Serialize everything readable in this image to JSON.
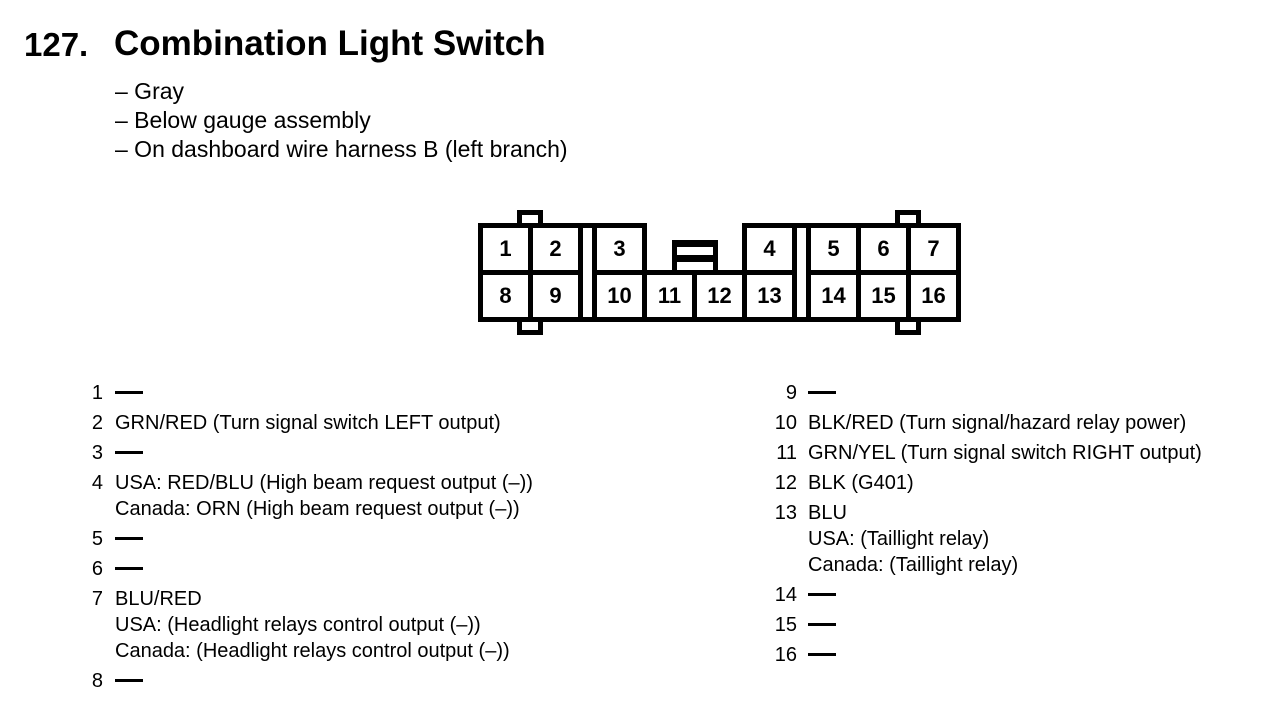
{
  "header": {
    "number": "127.",
    "title": "Combination Light Switch",
    "properties": [
      "– Gray",
      "– Below gauge assembly",
      "– On dashboard wire harness B (left branch)"
    ]
  },
  "connector": {
    "description": "16-cavity connector, face view",
    "top_cells": [
      "1",
      "2",
      "3",
      "4",
      "5",
      "6",
      "7"
    ],
    "bottom_cells": [
      "8",
      "9",
      "10",
      "11",
      "12",
      "13",
      "14",
      "15",
      "16"
    ]
  },
  "pin_lists": {
    "left": [
      {
        "num": "1",
        "lines": [
          {
            "dash": true
          }
        ]
      },
      {
        "num": "2",
        "lines": [
          {
            "text": "GRN/RED (Turn signal switch LEFT output)"
          }
        ]
      },
      {
        "num": "3",
        "lines": [
          {
            "dash": true
          }
        ]
      },
      {
        "num": "4",
        "lines": [
          {
            "text": "USA: RED/BLU (High beam request output (–))"
          },
          {
            "text": "Canada: ORN (High beam request output (–))"
          }
        ]
      },
      {
        "num": "5",
        "lines": [
          {
            "dash": true
          }
        ]
      },
      {
        "num": "6",
        "lines": [
          {
            "dash": true
          }
        ]
      },
      {
        "num": "7",
        "lines": [
          {
            "text": "BLU/RED"
          },
          {
            "text": "USA: (Headlight relays control output (–))"
          },
          {
            "text": "Canada: (Headlight relays control output (–))"
          }
        ]
      },
      {
        "num": "8",
        "lines": [
          {
            "dash": true
          }
        ]
      }
    ],
    "right": [
      {
        "num": "9",
        "lines": [
          {
            "dash": true
          }
        ]
      },
      {
        "num": "10",
        "lines": [
          {
            "text": "BLK/RED (Turn signal/hazard relay power)"
          }
        ]
      },
      {
        "num": "11",
        "lines": [
          {
            "text": "GRN/YEL (Turn signal switch RIGHT output)"
          }
        ]
      },
      {
        "num": "12",
        "lines": [
          {
            "text": "BLK (G401)"
          }
        ]
      },
      {
        "num": "13",
        "lines": [
          {
            "text": "BLU"
          },
          {
            "text": "USA: (Taillight relay)"
          },
          {
            "text": "Canada: (Taillight relay)"
          }
        ]
      },
      {
        "num": "14",
        "lines": [
          {
            "dash": true
          }
        ]
      },
      {
        "num": "15",
        "lines": [
          {
            "dash": true
          }
        ]
      },
      {
        "num": "16",
        "lines": [
          {
            "dash": true
          }
        ]
      }
    ]
  },
  "colors": {
    "ink": "#000000",
    "paper": "#ffffff"
  }
}
